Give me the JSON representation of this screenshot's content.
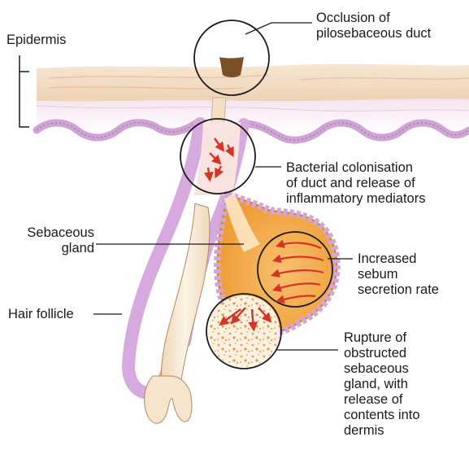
{
  "labels": {
    "epidermis": "Epidermis",
    "occlusion": "Occlusion of\npilosebaceous duct",
    "bacterial": "Bacterial colonisation\nof duct and release of\ninflammatory mediators",
    "sebaceous": "Sebaceous\ngland",
    "increased": "Increased\nsebum\nsecretion rate",
    "hair_follicle": "Hair follicle",
    "rupture": "Rupture of\nobstructed\nsebaceous\ngland, with\nrelease of\ncontents into\ndermis"
  },
  "colors": {
    "skin": "#f3dcc0",
    "dermis_pink": "#eedaea",
    "membrane": "#d8b0dc",
    "gland_orange": "#f2a43c",
    "hair": "#f7ead6",
    "arrow_red": "#d63426",
    "plug": "#7a5026"
  }
}
